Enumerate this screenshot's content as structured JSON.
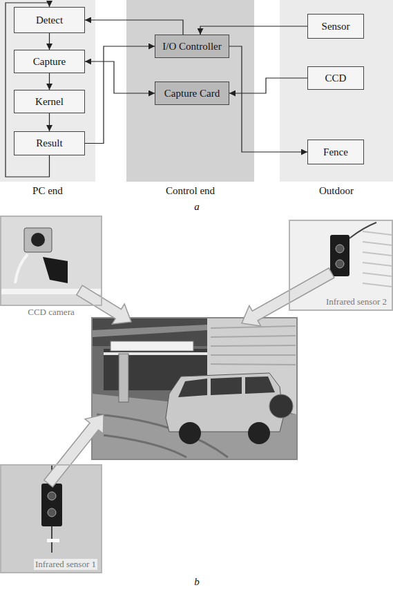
{
  "diagram": {
    "nodes": [
      {
        "text": [
          "PC end"
        ]
      },
      {
        "text": [
          "Detect"
        ],
        "in": 0
      },
      {
        "text": [
          "Capture"
        ],
        "in": 0
      },
      {
        "text": [
          "Kernel"
        ],
        "in": 0
      },
      {
        "text": [
          "Result"
        ],
        "in": 0
      },
      {
        "text": [
          "Control end"
        ]
      },
      {
        "text": [
          "I/O Controller"
        ],
        "in": 5
      },
      {
        "text": [
          "Capture Card"
        ],
        "in": 5
      },
      {
        "text": [
          "Outdoor"
        ]
      },
      {
        "text": [
          "Sensor"
        ],
        "in": 8
      },
      {
        "text": [
          "CCD"
        ],
        "in": 8
      },
      {
        "text": [
          "Fence"
        ],
        "in": 8
      },
      {
        "text": [
          "CCD camera"
        ]
      },
      {
        "text": [
          "Infrared sensor 2"
        ]
      },
      {
        "text": [
          "Infrared sensor 1"
        ]
      }
    ],
    "edges": [
      {
        "from": 1,
        "to": 2,
        "arrow": "to"
      },
      {
        "from": 2,
        "to": 3,
        "arrow": "to"
      },
      {
        "from": 3,
        "to": 4,
        "arrow": "to"
      },
      {
        "from": 4,
        "to": 1,
        "arrow": "to"
      },
      {
        "from": 6,
        "to": 1,
        "arrow": "to"
      },
      {
        "from": 9,
        "to": 6,
        "arrow": "to"
      },
      {
        "from": 4,
        "to": 6,
        "arrow": "to"
      },
      {
        "from": 2,
        "to": 7,
        "arrow": "both"
      },
      {
        "from": 10,
        "to": 7,
        "arrow": "to"
      },
      {
        "from": 6,
        "to": 11,
        "arrow": "to"
      }
    ],
    "labels": [
      "a",
      "b"
    ]
  }
}
